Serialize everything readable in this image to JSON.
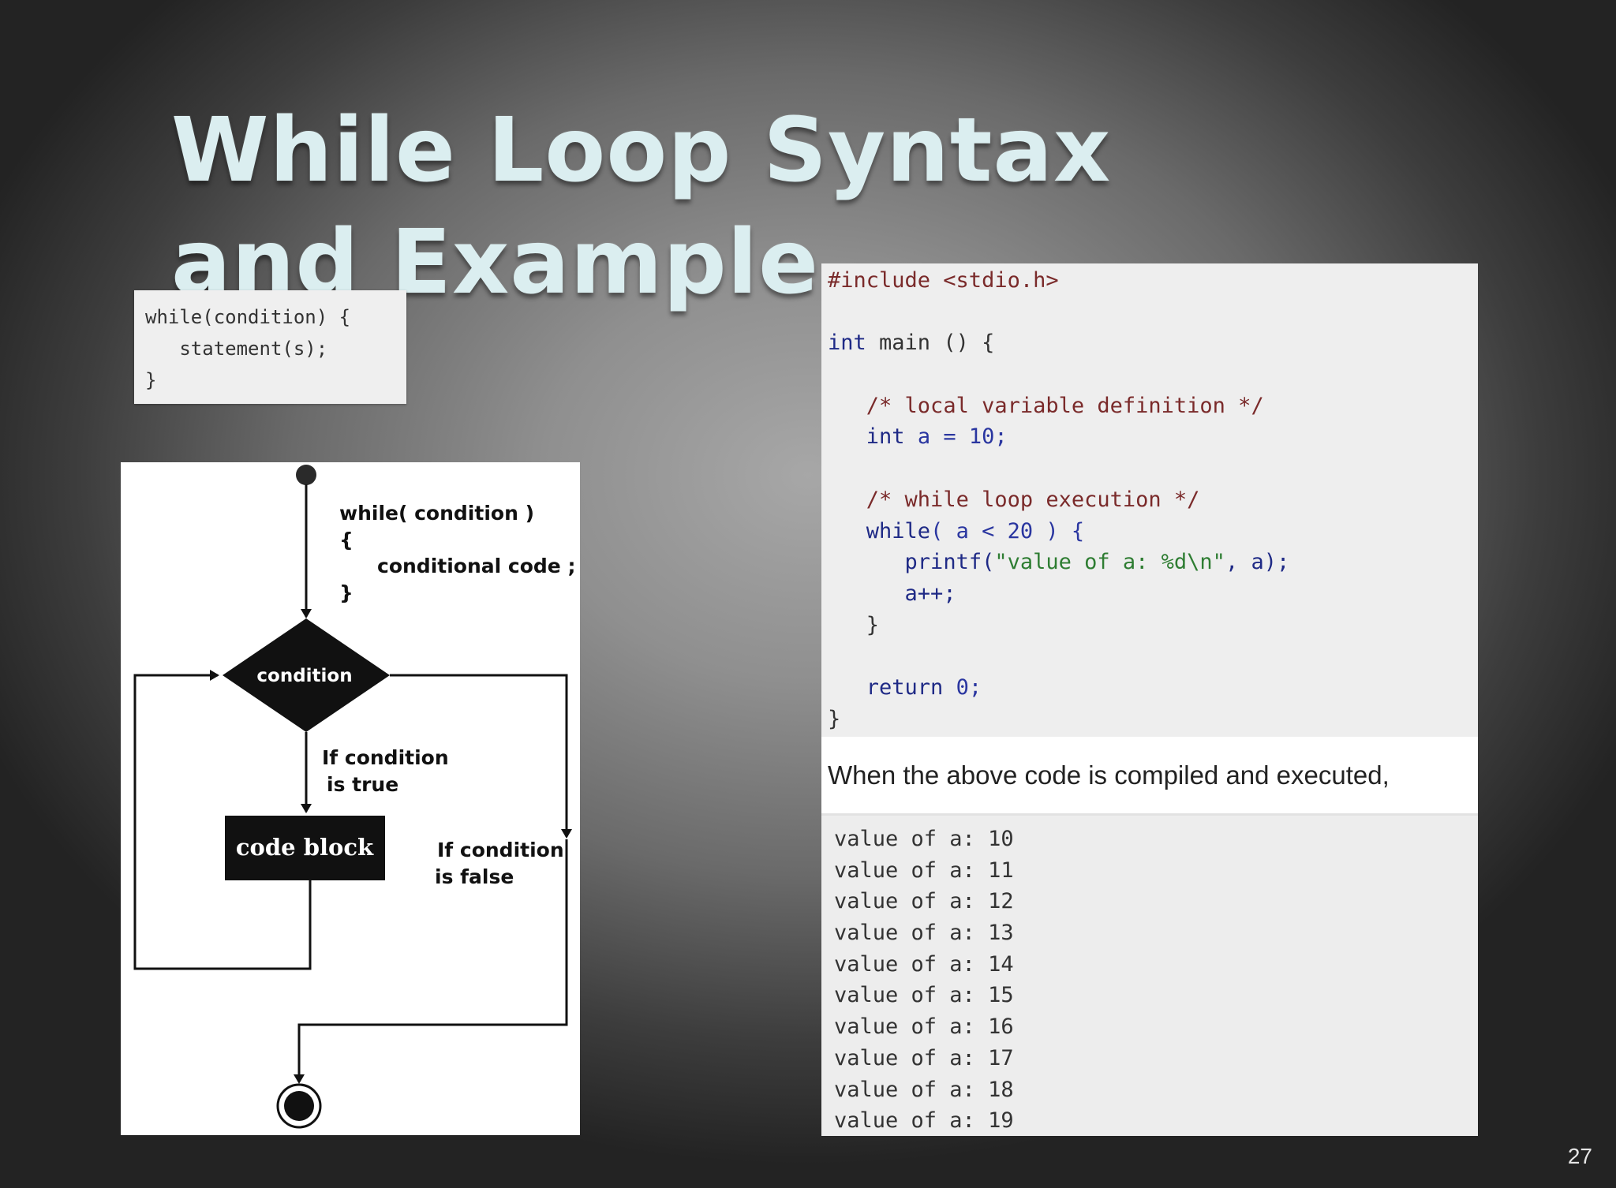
{
  "slide": {
    "title": "While Loop Syntax and Example",
    "page_number": "27"
  },
  "syntax": {
    "lines": [
      "while(condition) {",
      "   statement(s);",
      "}"
    ]
  },
  "flowchart": {
    "code_line1": "while( condition )",
    "code_line2": "{",
    "code_line3": "conditional code ;",
    "code_line4": "}",
    "condition_label": "condition",
    "true_label_line1": "If condition",
    "true_label_line2": "is true",
    "code_block_label": "code block",
    "false_label_line1": "If condition",
    "false_label_line2": "is false"
  },
  "code_sample": {
    "include": "#include <stdio.h>",
    "main_kw": "int",
    "main_rest": " main () {",
    "comment_local": "/* local variable definition */",
    "decl_kw": "int",
    "decl_rest": " a = 10;",
    "comment_loop": "/* while loop execution */",
    "while_kw": "while",
    "while_rest": "( a < 20 ) {",
    "printf_fn": "printf(",
    "printf_str": "\"value of a: %d\\n\"",
    "printf_rest": ", a);",
    "increment": "a++;",
    "close_inner": "}",
    "return_kw": "return",
    "return_rest": " 0;",
    "close_outer": "}"
  },
  "caption": "When the above code is compiled and executed,",
  "output_lines": [
    "value of a: 10",
    "value of a: 11",
    "value of a: 12",
    "value of a: 13",
    "value of a: 14",
    "value of a: 15",
    "value of a: 16",
    "value of a: 17",
    "value of a: 18",
    "value of a: 19"
  ]
}
